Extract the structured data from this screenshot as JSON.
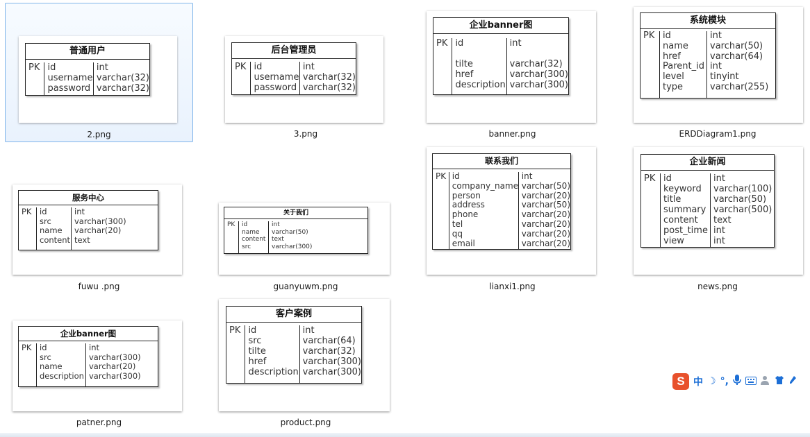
{
  "files": [
    {
      "name": "2.png",
      "table": {
        "title": "普通用户",
        "pk": "PK",
        "fields": [
          "id",
          "username",
          "password"
        ],
        "types": [
          "int",
          "varchar(32)",
          "varchar(32)"
        ]
      }
    },
    {
      "name": "3.png",
      "table": {
        "title": "后台管理员",
        "pk": "PK",
        "fields": [
          "id",
          "username",
          "password"
        ],
        "types": [
          "int",
          "varchar(32)",
          "varchar(32)"
        ]
      }
    },
    {
      "name": "banner.png",
      "table": {
        "title": "企业banner图",
        "pk": "PK",
        "fields": [
          "id",
          "",
          "tilte",
          "href",
          "description"
        ],
        "types": [
          "int",
          "",
          "varchar(32)",
          "varchar(300)",
          "varchar(300)"
        ]
      }
    },
    {
      "name": "ERDDiagram1.png",
      "table": {
        "title": "系统模块",
        "pk": "PK",
        "fields": [
          "id",
          "name",
          "href",
          "Parent_id",
          "level",
          "type"
        ],
        "types": [
          "int",
          "varchar(50)",
          "varchar(64)",
          "int",
          "tinyint",
          "varchar(255)"
        ]
      }
    },
    {
      "name": "fuwu .png",
      "table": {
        "title": "服务中心",
        "pk": "PK",
        "fields": [
          "id",
          "src",
          "name",
          "content"
        ],
        "types": [
          "int",
          "varchar(300)",
          "varchar(20)",
          "text"
        ]
      }
    },
    {
      "name": "guanyuwm.png",
      "table": {
        "title": "关于我们",
        "pk": "PK",
        "fields": [
          "id",
          "name",
          "content",
          "src"
        ],
        "types": [
          "int",
          "varchar(50)",
          "text",
          "varchar(300)"
        ]
      }
    },
    {
      "name": "lianxi1.png",
      "table": {
        "title": "联系我们",
        "pk": "PK",
        "fields": [
          "id",
          "company_name",
          "person",
          "address",
          "phone",
          "tel",
          "qq",
          "email"
        ],
        "types": [
          "int",
          "varchar(50)",
          "varchar(20)",
          "varchar(50)",
          "varchar(20)",
          "varchar(20)",
          "varchar(20)",
          "varchar(20)"
        ]
      }
    },
    {
      "name": "news.png",
      "table": {
        "title": "企业新闻",
        "pk": "PK",
        "fields": [
          "id",
          "keyword",
          "title",
          "summary",
          "content",
          "post_time",
          "view"
        ],
        "types": [
          "int",
          "varchar(100)",
          "varchar(50)",
          "varchar(500)",
          "text",
          "int",
          "int"
        ]
      }
    },
    {
      "name": "patner.png",
      "table": {
        "title": "企业banner图",
        "pk": "PK",
        "fields": [
          "id",
          "src",
          "name",
          "description"
        ],
        "types": [
          "int",
          "varchar(300)",
          "varchar(20)",
          "varchar(300)"
        ]
      }
    },
    {
      "name": "product.png",
      "table": {
        "title": "客户案例",
        "pk": "PK",
        "fields": [
          "id",
          "src",
          "tilte",
          "href",
          "description"
        ],
        "types": [
          "int",
          "varchar(64)",
          "varchar(32)",
          "varchar(300)",
          "varchar(300)"
        ]
      }
    }
  ],
  "selected_file": "2.png",
  "ime_toolbar": {
    "logo": "S",
    "items": [
      {
        "icon": "chinese-mode-icon",
        "glyph": "中"
      },
      {
        "icon": "moon-icon",
        "glyph": "☽"
      },
      {
        "icon": "punctuation-icon",
        "glyph": "°,"
      },
      {
        "icon": "microphone-icon",
        "glyph": "🎤"
      },
      {
        "icon": "keyboard-icon",
        "glyph": "⌨"
      },
      {
        "icon": "user-icon",
        "glyph": "👤"
      },
      {
        "icon": "shirt-icon",
        "glyph": "👕"
      },
      {
        "icon": "wrench-icon",
        "glyph": "🔧"
      }
    ],
    "colors": {
      "logo": "#e8512c",
      "icons": "#1d6fd6"
    }
  }
}
